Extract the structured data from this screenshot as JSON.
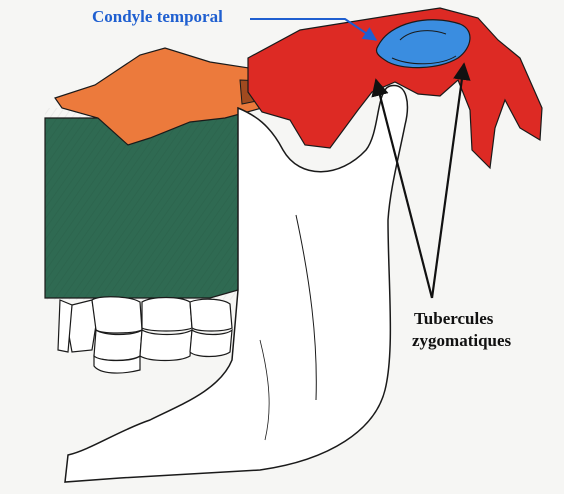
{
  "labels": {
    "condyle": "Condyle temporal",
    "tubercles_line1": "Tubercules",
    "tubercles_line2": "zygomatiques"
  },
  "colors": {
    "condyle_label": "#1f5fd0",
    "temporal_red": "#dd2a24",
    "condyle_blue": "#3a8de0",
    "orange": "#ec7a3c",
    "teal": "#2f6a52",
    "outline": "#1a1a1a"
  }
}
